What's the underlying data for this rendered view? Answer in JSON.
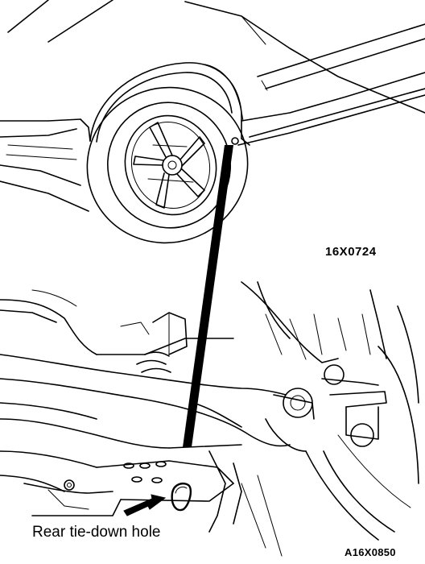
{
  "labels": {
    "top_figure_code": "16X0724",
    "bottom_figure_code": "A16X0850",
    "callout": "Rear tie-down hole"
  },
  "icons": {
    "callout_pointer": "arrow-icon"
  },
  "colors": {
    "ink": "#000000",
    "paper": "#ffffff"
  }
}
